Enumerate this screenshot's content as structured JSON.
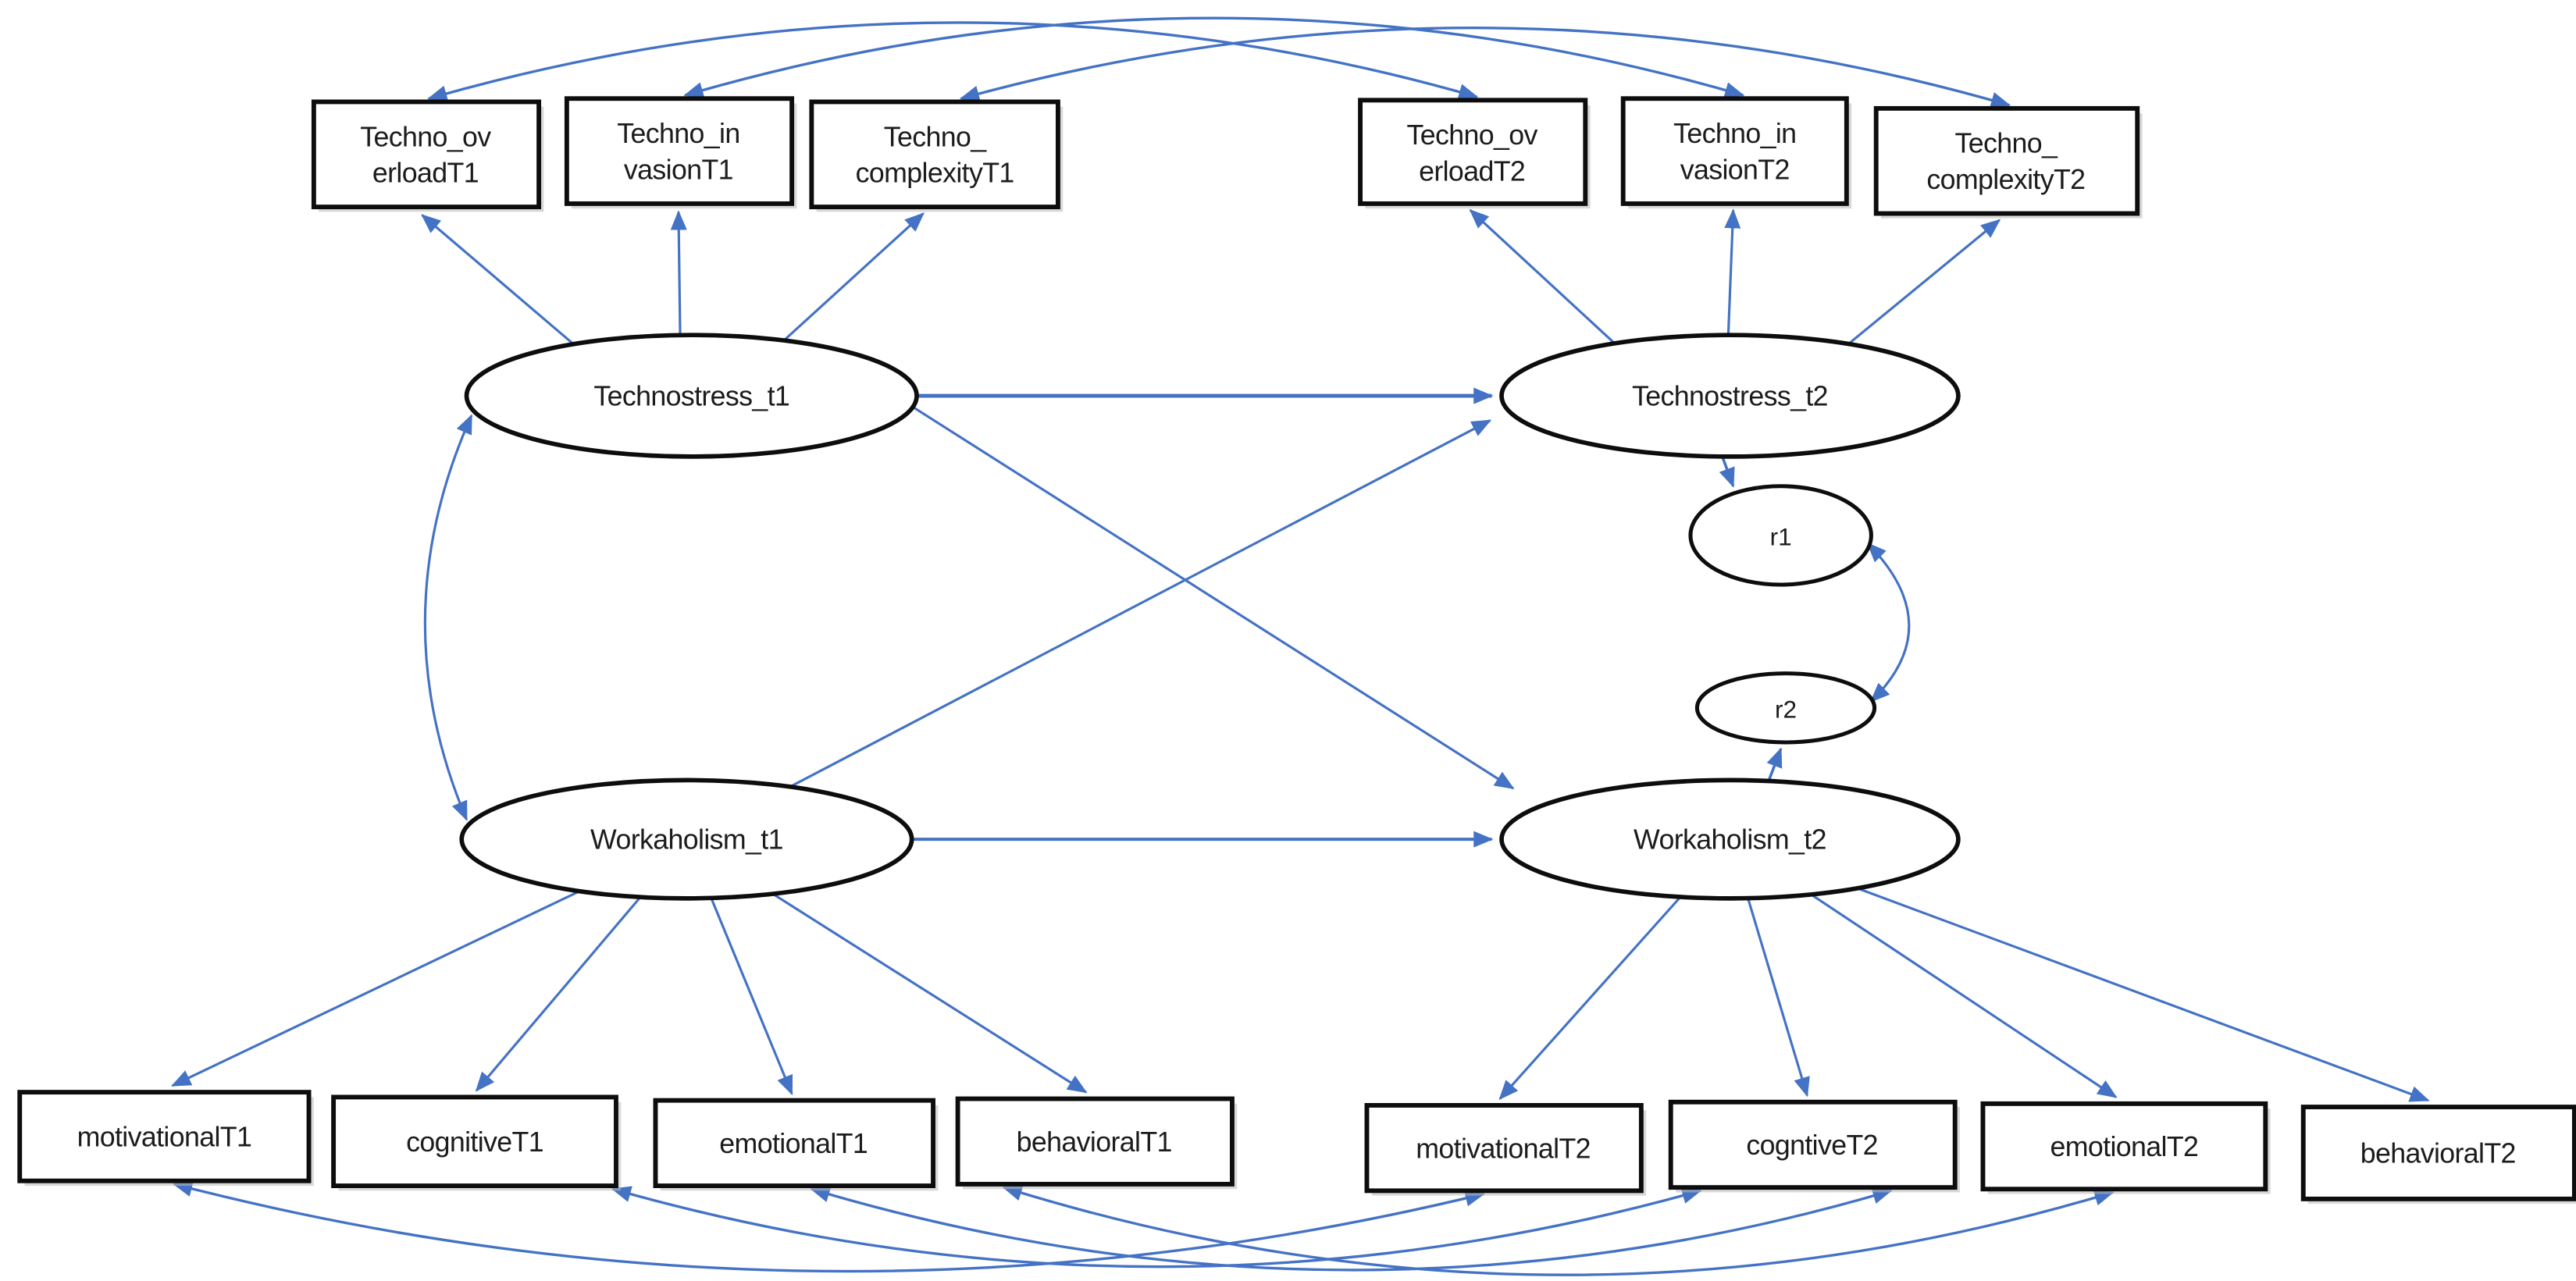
{
  "diagram": {
    "colors": {
      "arrow": "#4472C4",
      "shape_border": "#0d0d0d",
      "shape_fill": "#ffffff",
      "text": "#1c1c1c",
      "background": "#ffffff"
    },
    "latents": [
      {
        "id": "technostress_t1",
        "label": "Technostress_t1"
      },
      {
        "id": "technostress_t2",
        "label": "Technostress_t2"
      },
      {
        "id": "workaholism_t1",
        "label": "Workaholism_t1"
      },
      {
        "id": "workaholism_t2",
        "label": "Workaholism_t2"
      },
      {
        "id": "r1",
        "label": "r1"
      },
      {
        "id": "r2",
        "label": "r2"
      }
    ],
    "indicators_top": [
      {
        "id": "techno_overload_t1",
        "label": "Techno_overloadT1",
        "lines": [
          "Techno_ov",
          "erloadT1"
        ]
      },
      {
        "id": "techno_invasion_t1",
        "label": "Techno_invasionT1",
        "lines": [
          "Techno_in",
          "vasionT1"
        ]
      },
      {
        "id": "techno_complexity_t1",
        "label": "Techno_complexityT1",
        "lines": [
          "Techno_",
          "complexityT1"
        ]
      },
      {
        "id": "techno_overload_t2",
        "label": "Techno_overloadT2",
        "lines": [
          "Techno_ov",
          "erloadT2"
        ]
      },
      {
        "id": "techno_invasion_t2",
        "label": "Techno_invasionT2",
        "lines": [
          "Techno_in",
          "vasionT2"
        ]
      },
      {
        "id": "techno_complexity_t2",
        "label": "Techno_complexityT2",
        "lines": [
          "Techno_",
          "complexityT2"
        ]
      }
    ],
    "indicators_bottom": [
      {
        "id": "motivational_t1",
        "label": "motivationalT1"
      },
      {
        "id": "cognitive_t1",
        "label": "cognitiveT1"
      },
      {
        "id": "emotional_t1",
        "label": "emotionalT1"
      },
      {
        "id": "behavioral_t1",
        "label": "behavioralT1"
      },
      {
        "id": "motivational_t2",
        "label": "motivationalT2"
      },
      {
        "id": "cogntive_t2",
        "label": "cogntiveT2"
      },
      {
        "id": "emotional_t2",
        "label": "emotionalT2"
      },
      {
        "id": "behavioral_t2",
        "label": "behavioralT2"
      }
    ],
    "edges": [
      {
        "from": "Technostress_t1",
        "to": "Techno_overloadT1",
        "type": "loading",
        "arrow": "single"
      },
      {
        "from": "Technostress_t1",
        "to": "Techno_invasionT1",
        "type": "loading",
        "arrow": "single"
      },
      {
        "from": "Technostress_t1",
        "to": "Techno_complexityT1",
        "type": "loading",
        "arrow": "single"
      },
      {
        "from": "Technostress_t2",
        "to": "Techno_overloadT2",
        "type": "loading",
        "arrow": "single"
      },
      {
        "from": "Technostress_t2",
        "to": "Techno_invasionT2",
        "type": "loading",
        "arrow": "single"
      },
      {
        "from": "Technostress_t2",
        "to": "Techno_complexityT2",
        "type": "loading",
        "arrow": "single"
      },
      {
        "from": "Workaholism_t1",
        "to": "motivationalT1",
        "type": "loading",
        "arrow": "single"
      },
      {
        "from": "Workaholism_t1",
        "to": "cognitiveT1",
        "type": "loading",
        "arrow": "single"
      },
      {
        "from": "Workaholism_t1",
        "to": "emotionalT1",
        "type": "loading",
        "arrow": "single"
      },
      {
        "from": "Workaholism_t1",
        "to": "behavioralT1",
        "type": "loading",
        "arrow": "single"
      },
      {
        "from": "Workaholism_t2",
        "to": "motivationalT2",
        "type": "loading",
        "arrow": "single"
      },
      {
        "from": "Workaholism_t2",
        "to": "cogntiveT2",
        "type": "loading",
        "arrow": "single"
      },
      {
        "from": "Workaholism_t2",
        "to": "emotionalT2",
        "type": "loading",
        "arrow": "single"
      },
      {
        "from": "Workaholism_t2",
        "to": "behavioralT2",
        "type": "loading",
        "arrow": "single"
      },
      {
        "from": "Technostress_t1",
        "to": "Technostress_t2",
        "type": "regression",
        "arrow": "single"
      },
      {
        "from": "Workaholism_t1",
        "to": "Workaholism_t2",
        "type": "regression",
        "arrow": "single"
      },
      {
        "from": "Technostress_t1",
        "to": "Workaholism_t2",
        "type": "regression",
        "arrow": "single"
      },
      {
        "from": "Workaholism_t1",
        "to": "Technostress_t2",
        "type": "regression",
        "arrow": "single"
      },
      {
        "from": "Technostress_t2",
        "to": "r1",
        "type": "residual",
        "arrow": "single"
      },
      {
        "from": "Workaholism_t2",
        "to": "r2",
        "type": "residual",
        "arrow": "single"
      },
      {
        "from": "Technostress_t1",
        "to": "Workaholism_t1",
        "type": "covariance",
        "arrow": "double"
      },
      {
        "from": "r1",
        "to": "r2",
        "type": "covariance",
        "arrow": "double"
      },
      {
        "from": "Techno_overloadT1",
        "to": "Techno_overloadT2",
        "type": "covariance",
        "arrow": "double"
      },
      {
        "from": "Techno_invasionT1",
        "to": "Techno_invasionT2",
        "type": "covariance",
        "arrow": "double"
      },
      {
        "from": "Techno_complexityT1",
        "to": "Techno_complexityT2",
        "type": "covariance",
        "arrow": "double"
      },
      {
        "from": "motivationalT1",
        "to": "motivationalT2",
        "type": "covariance",
        "arrow": "double"
      },
      {
        "from": "cognitiveT1",
        "to": "cogntiveT2",
        "type": "covariance",
        "arrow": "double"
      },
      {
        "from": "emotionalT1",
        "to": "emotionalT2",
        "type": "covariance",
        "arrow": "double"
      },
      {
        "from": "behavioralT1",
        "to": "behavioralT2",
        "type": "covariance",
        "arrow": "double"
      }
    ]
  }
}
